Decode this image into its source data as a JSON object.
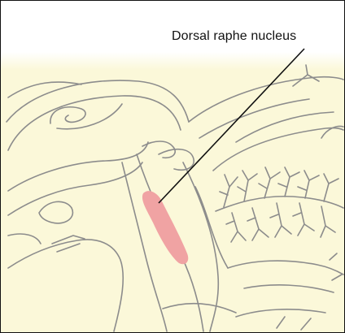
{
  "diagram": {
    "annotation_label": "Dorsal raphe nucleus",
    "colors": {
      "background_top": "#ffffff",
      "tissue_fill": "#fbf8d9",
      "outline_stroke": "#8c8c8c",
      "leader_line": "#111111",
      "highlight_region": "#f0a3a3"
    },
    "highlighted_structure": "dorsal-raphe-nucleus",
    "subject": "sagittal brainstem and cerebellum section"
  }
}
